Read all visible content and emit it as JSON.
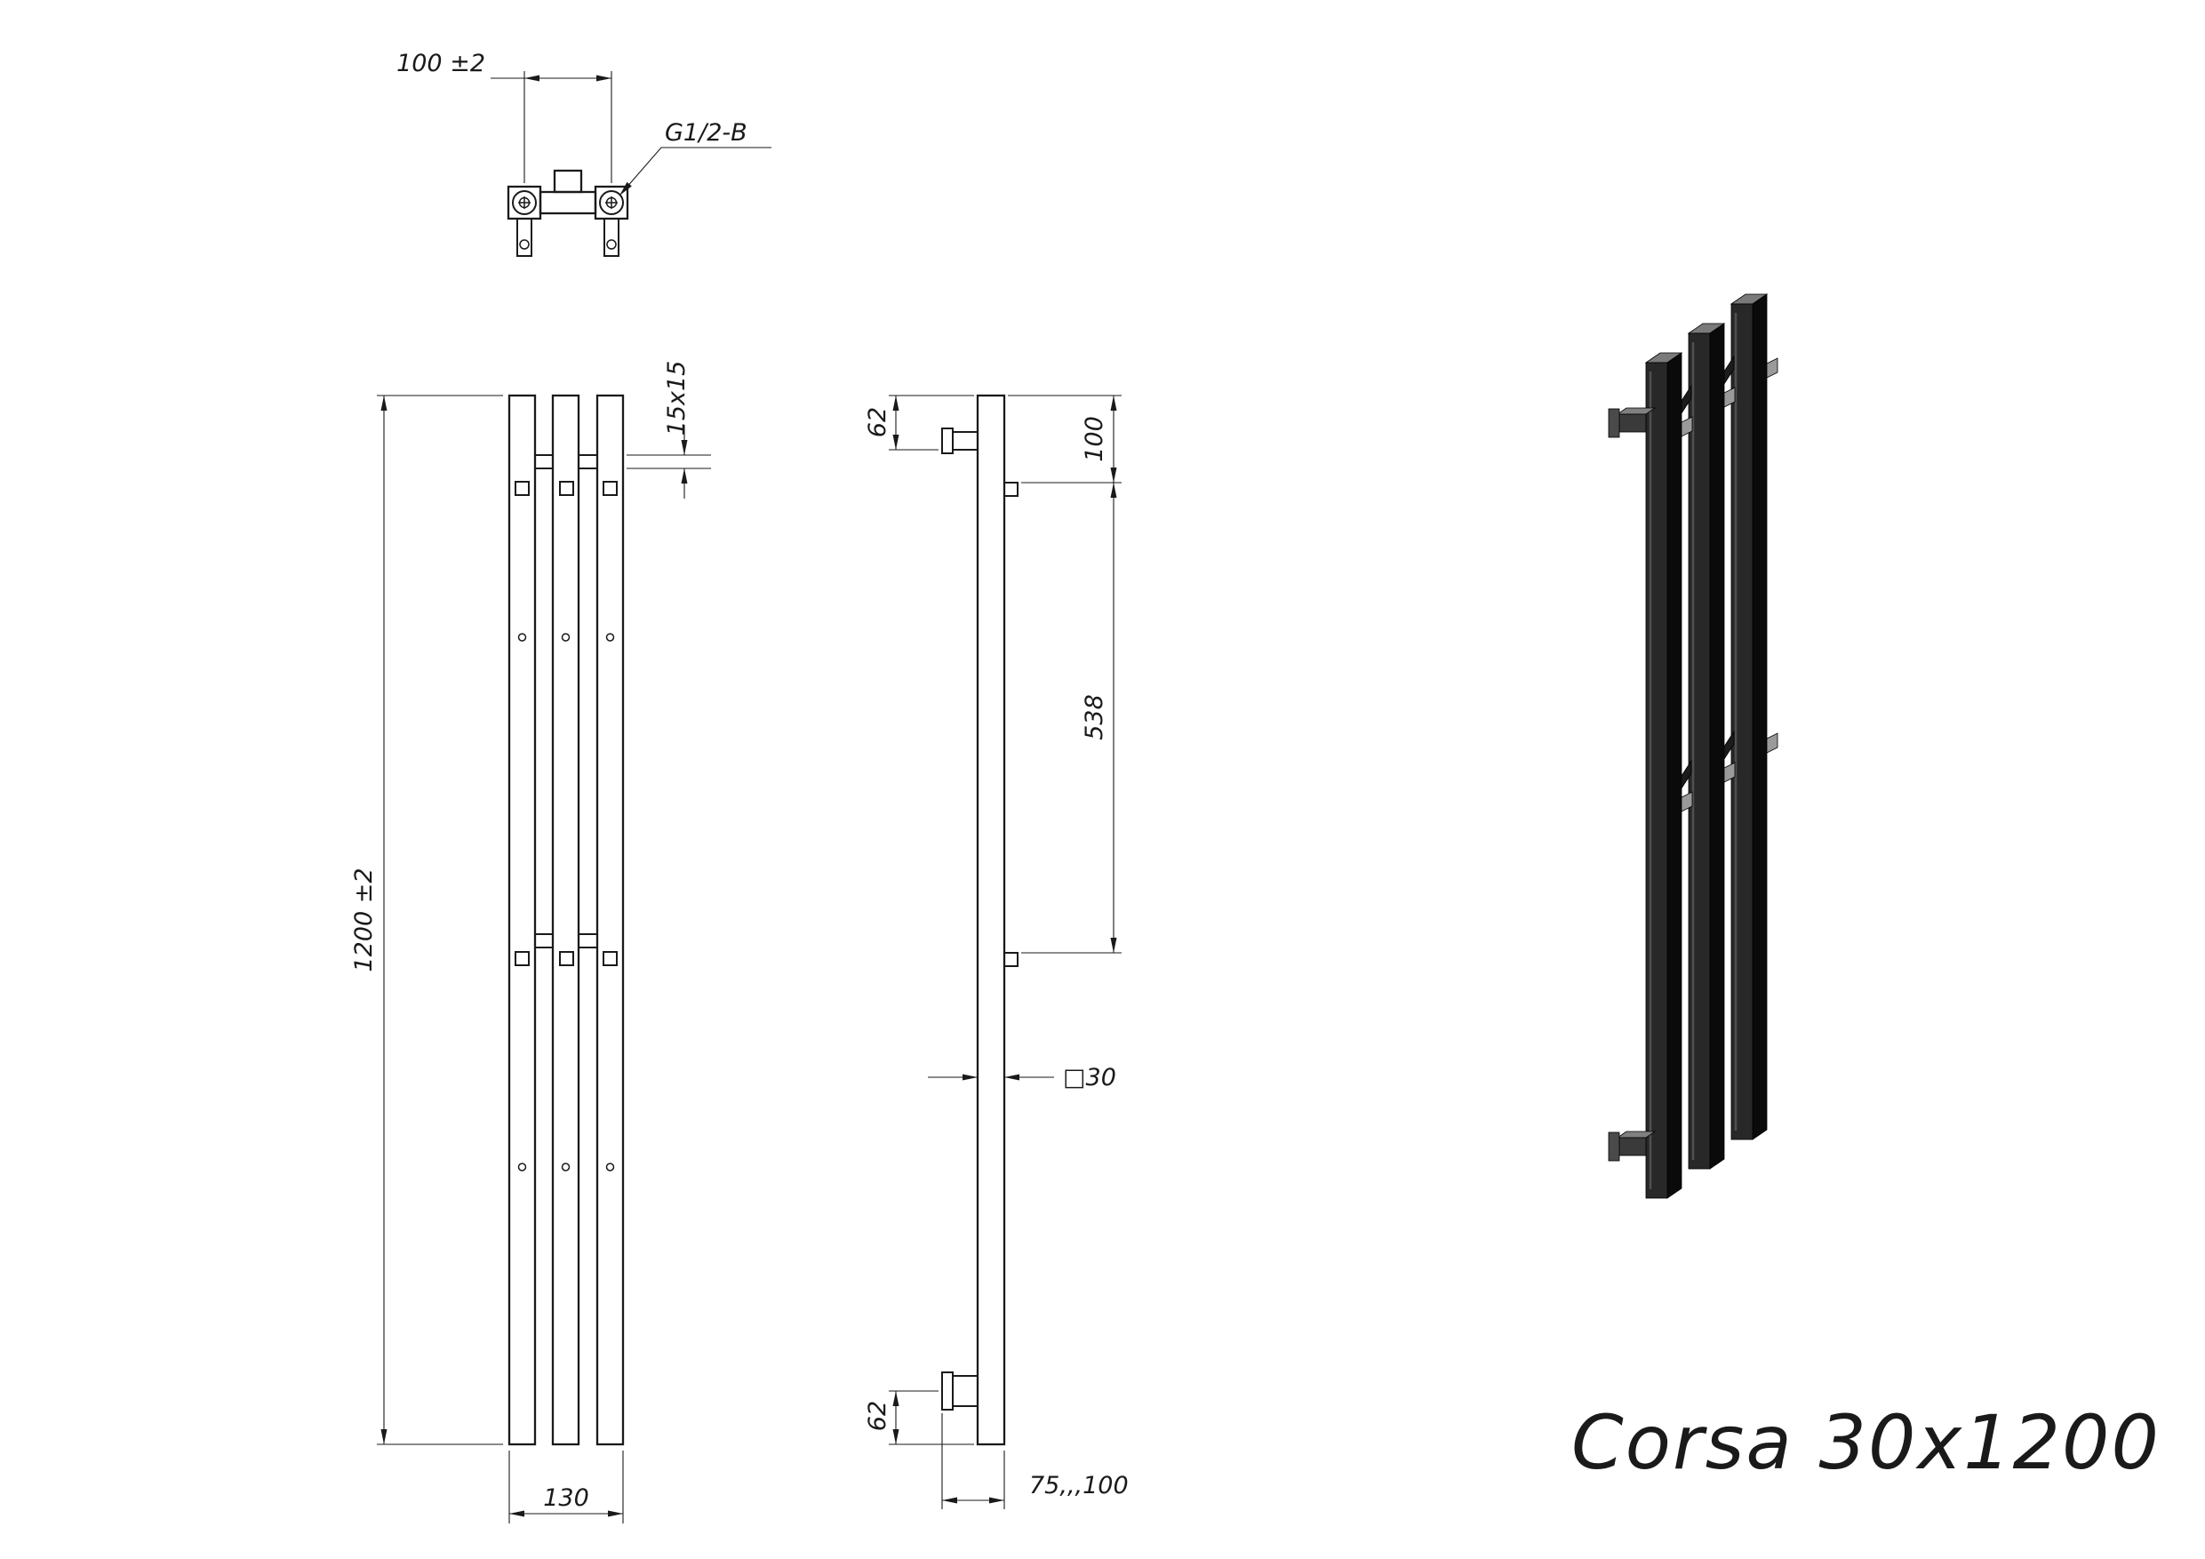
{
  "title": "Corsa 30x1200",
  "views": {
    "top_view": {
      "dim_bracket_spacing": "100 ±2",
      "label_thread": "G1/2-B"
    },
    "front_view": {
      "dim_height": "1200 ±2",
      "dim_width": "130",
      "dim_crossbar": "15x15"
    },
    "side_view": {
      "dim_top_offset": "62",
      "dim_hook_top": "100",
      "dim_hook_span": "538",
      "dim_profile": "□30",
      "dim_bottom_offset": "62",
      "dim_wall_distance": "75,,,100"
    }
  }
}
